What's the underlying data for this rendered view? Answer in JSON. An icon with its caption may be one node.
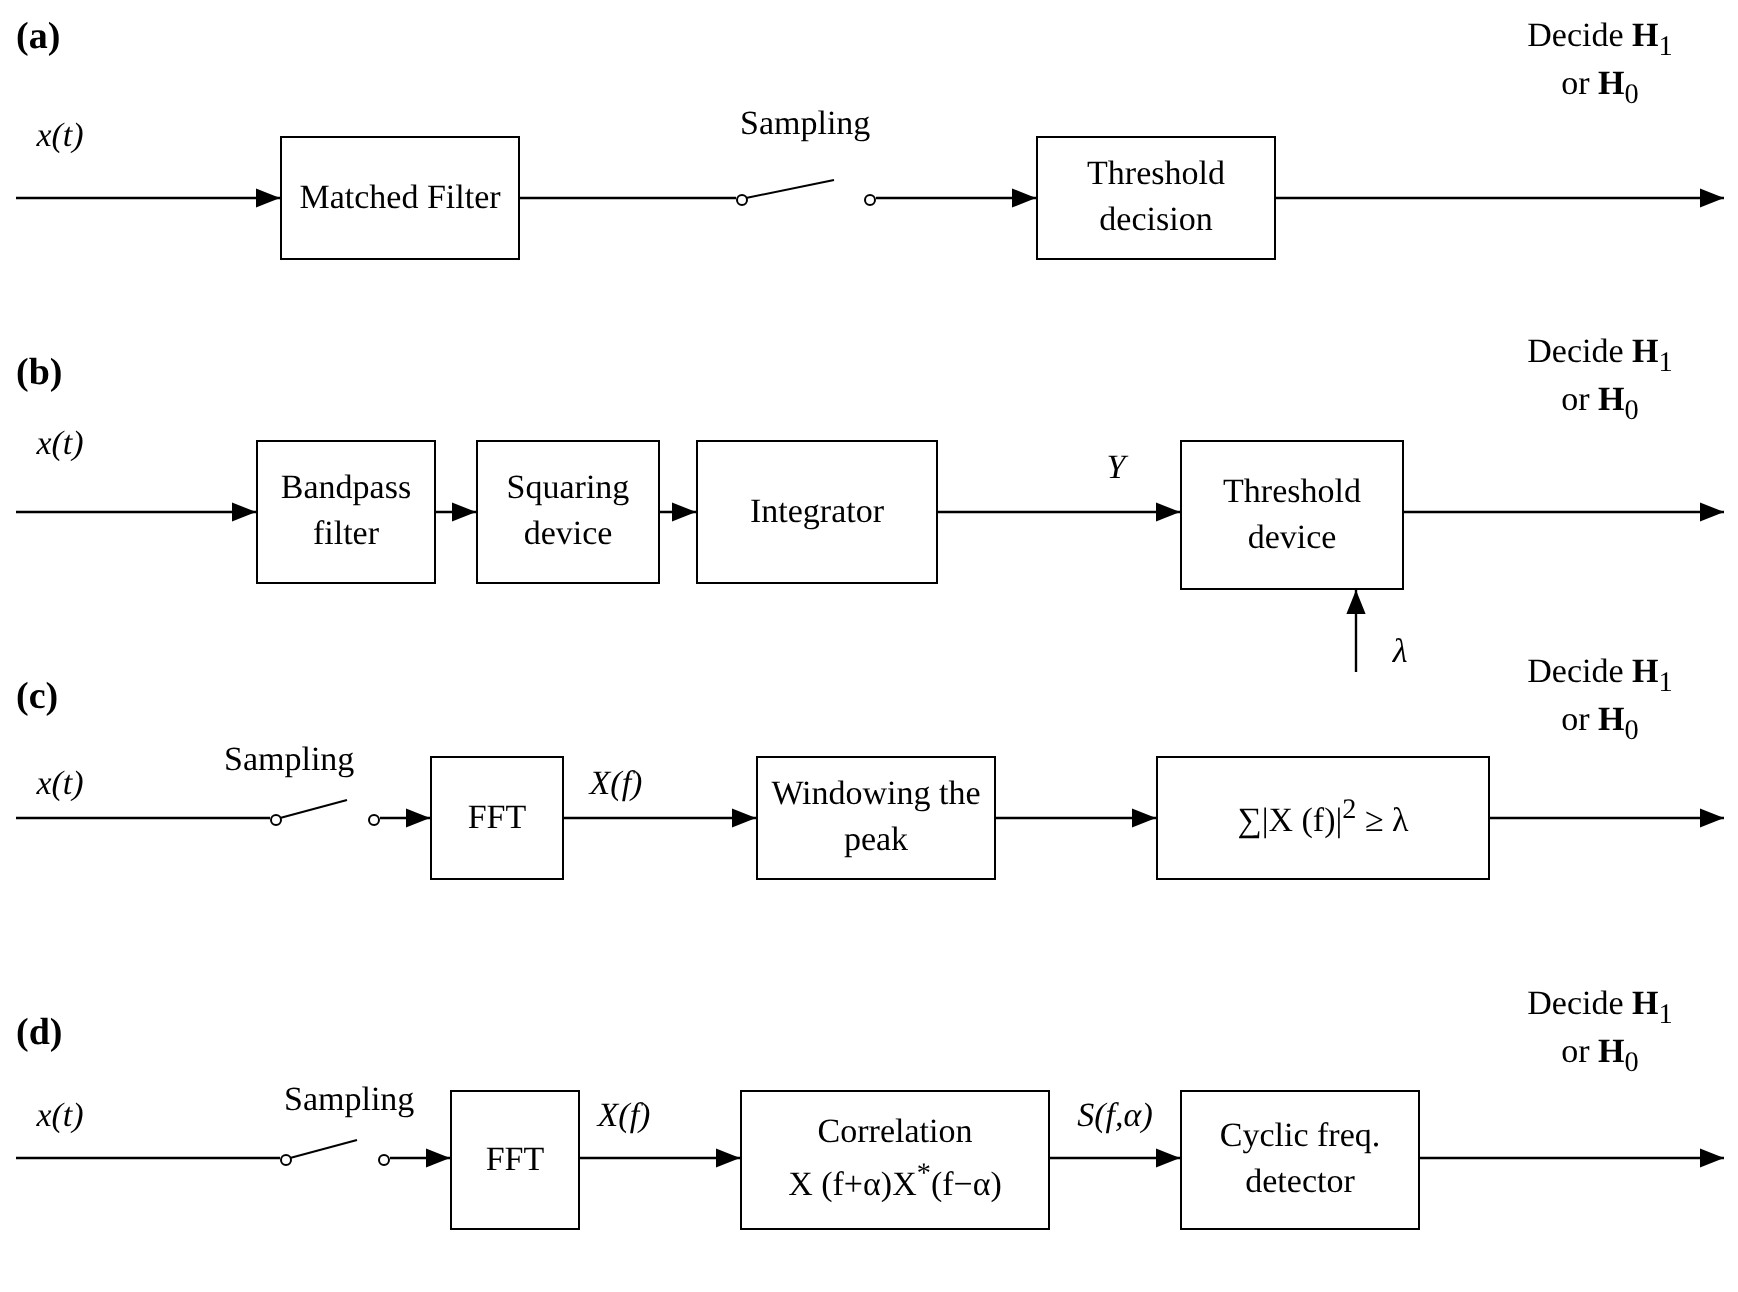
{
  "diagram": {
    "nodes": [
      {
        "text": [
          "Matched Filter"
        ]
      },
      {
        "text": [],
        "shape": "switch",
        "beside": [
          "Sampling"
        ]
      },
      {
        "text": [
          "Threshold decision"
        ]
      },
      {
        "text": [
          "Bandpass filter"
        ]
      },
      {
        "text": [
          "Squaring device"
        ]
      },
      {
        "text": [
          "Integrator"
        ]
      },
      {
        "text": [
          "Threshold device"
        ]
      },
      {
        "text": [],
        "shape": "switch",
        "beside": [
          "Sampling"
        ]
      },
      {
        "text": [
          "FFT"
        ]
      },
      {
        "text": [
          "Windowing the peak"
        ]
      },
      {
        "text": [
          "∑|X (f)|$^{2}$ ≥ λ"
        ]
      },
      {
        "text": [],
        "shape": "switch",
        "beside": [
          "Sampling"
        ]
      },
      {
        "text": [
          "FFT"
        ]
      },
      {
        "text": [
          "Correlation",
          "X (f+α)X$^{*}$(f−α)"
        ]
      },
      {
        "text": [
          "Cyclic freq. detector"
        ]
      }
    ],
    "edges": [
      {
        "from": null,
        "to": 0,
        "arrow": "to",
        "label": "x(t)"
      },
      {
        "from": 0,
        "to": 1,
        "arrow": "none"
      },
      {
        "from": 1,
        "to": 2,
        "arrow": "to"
      },
      {
        "from": 2,
        "to": null,
        "arrow": "to",
        "label": "Decide **H**$_{1}$ or **H**$_{0}$"
      },
      {
        "from": null,
        "to": 3,
        "arrow": "to",
        "label": "x(t)"
      },
      {
        "from": 3,
        "to": 4,
        "arrow": "to"
      },
      {
        "from": 4,
        "to": 5,
        "arrow": "to"
      },
      {
        "from": 5,
        "to": 6,
        "arrow": "to",
        "label": "Y"
      },
      {
        "from": 6,
        "to": null,
        "arrow": "to",
        "label": "Decide **H**$_{1}$ or **H**$_{0}$"
      },
      {
        "from": null,
        "to": 6,
        "arrow": "to",
        "label": "λ"
      },
      {
        "from": null,
        "to": 7,
        "arrow": "none",
        "label": "x(t)"
      },
      {
        "from": 7,
        "to": 8,
        "arrow": "to"
      },
      {
        "from": 8,
        "to": 9,
        "arrow": "to",
        "label": "X(f)"
      },
      {
        "from": 9,
        "to": 10,
        "arrow": "to"
      },
      {
        "from": 10,
        "to": null,
        "arrow": "to",
        "label": "Decide **H**$_{1}$ or **H**$_{0}$"
      },
      {
        "from": null,
        "to": 11,
        "arrow": "none",
        "label": "x(t)"
      },
      {
        "from": 11,
        "to": 12,
        "arrow": "to"
      },
      {
        "from": 12,
        "to": 13,
        "arrow": "to",
        "label": "X(f)"
      },
      {
        "from": 13,
        "to": 14,
        "arrow": "to",
        "label": "S(f,α)"
      },
      {
        "from": 14,
        "to": null,
        "arrow": "to",
        "label": "Decide **H**$_{1}$ or **H**$_{0}$"
      }
    ],
    "labels": [
      "(a)",
      "(b)",
      "(c)",
      "(d)"
    ]
  }
}
